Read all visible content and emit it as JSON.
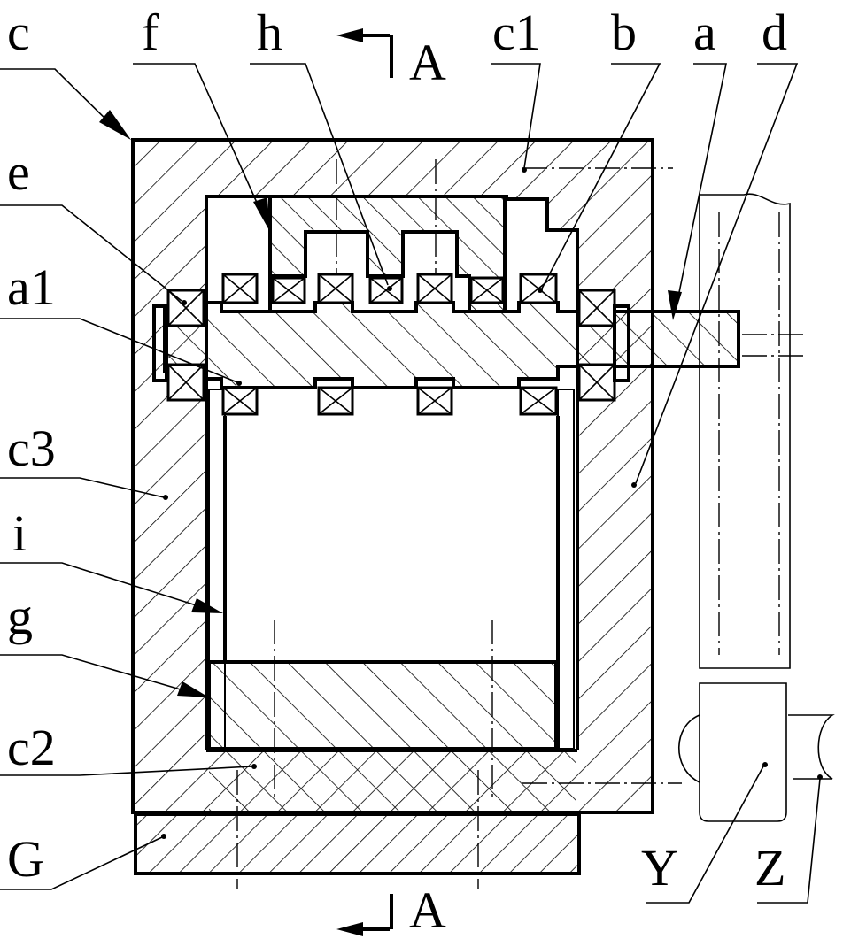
{
  "labels": {
    "c": "c",
    "f": "f",
    "h": "h",
    "section_top": "A",
    "c1": "c1",
    "b": "b",
    "a": "a",
    "d": "d",
    "e": "e",
    "a1": "a1",
    "c3": "c3",
    "i": "i",
    "g": "g",
    "c2": "c2",
    "G": "G",
    "Y": "Y",
    "Z": "Z",
    "section_bottom": "A"
  }
}
